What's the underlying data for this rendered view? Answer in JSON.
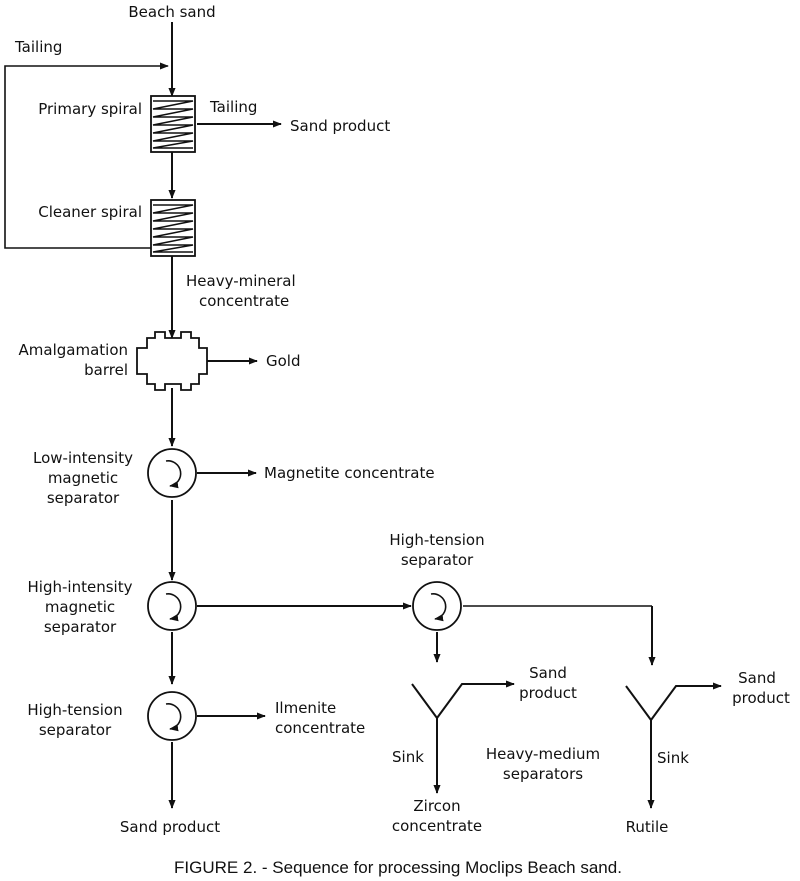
{
  "labels": {
    "feed": "Beach sand",
    "tailing_recycle": "Tailing",
    "primary_spiral": "Primary spiral",
    "primary_tailing": "Tailing",
    "sand_product_1": "Sand product",
    "cleaner_spiral": "Cleaner spiral",
    "heavy_mineral_1": "Heavy-mineral",
    "heavy_mineral_2": "concentrate",
    "amalgamation_1": "Amalgamation",
    "amalgamation_2": "barrel",
    "gold": "Gold",
    "low_intensity_1": "Low-intensity",
    "low_intensity_2": "magnetic",
    "low_intensity_3": "separator",
    "magnetite": "Magnetite concentrate",
    "high_intensity_1": "High-intensity",
    "high_intensity_2": "magnetic",
    "high_intensity_3": "separator",
    "ht_separator_right_1": "High-tension",
    "ht_separator_right_2": "separator",
    "ht_separator_left_1": "High-tension",
    "ht_separator_left_2": "separator",
    "ilmenite_1": "Ilmenite",
    "ilmenite_2": "concentrate",
    "sand_product_bottom": "Sand product",
    "hm_sand_product_1a": "Sand",
    "hm_sand_product_1b": "product",
    "sink_1": "Sink",
    "heavy_medium_1": "Heavy-medium",
    "heavy_medium_2": "separators",
    "zircon_1": "Zircon",
    "zircon_2": "concentrate",
    "hm_sand_product_2a": "Sand",
    "hm_sand_product_2b": "product",
    "sink_2": "Sink",
    "rutile": "Rutile"
  },
  "caption": "FIGURE 2. - Sequence for processing Moclips Beach sand."
}
